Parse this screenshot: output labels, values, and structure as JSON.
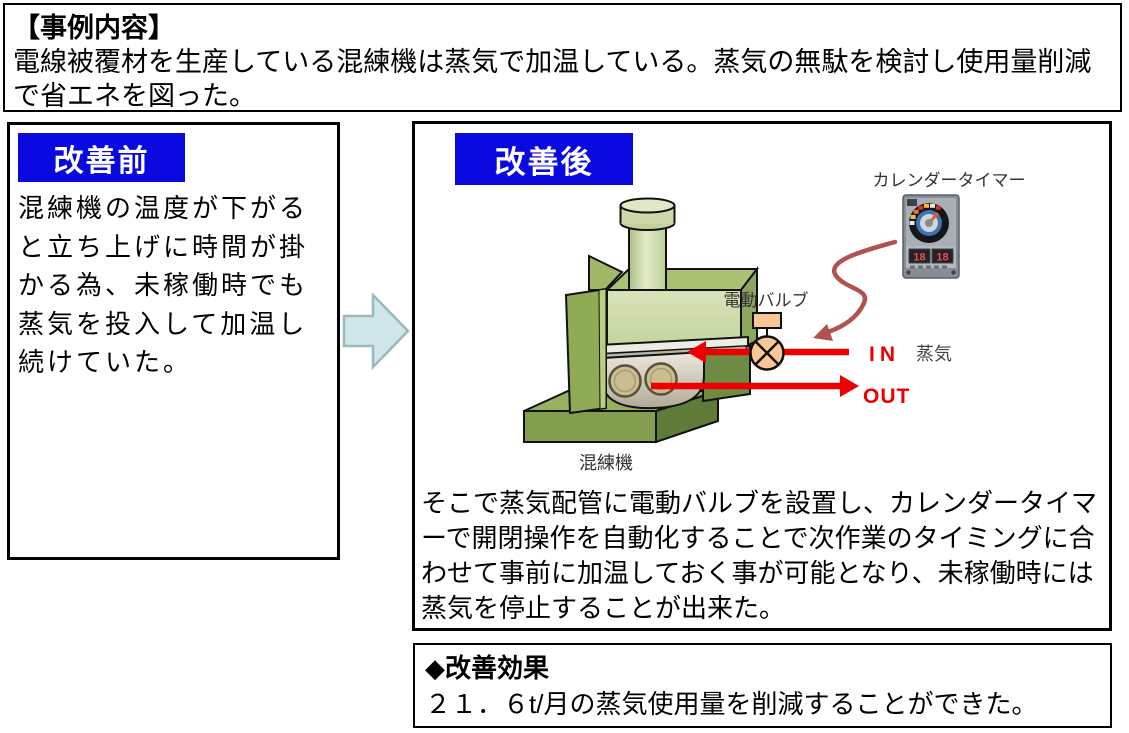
{
  "colors": {
    "header_bg": "#0a0ae0",
    "header_text": "#ffffff",
    "pipe_red": "#ee0000",
    "curve_arrow_red": "#b2524e",
    "transition_arrow_fill": "#cfe5e9",
    "machine_green": "#8fab55",
    "valve_fill": "#f8c795"
  },
  "top_box": {
    "title": "【事例内容】",
    "body": "電線被覆材を生産している混練機は蒸気で加温している。蒸気の無駄を検討し使用量削減で省エネを図った。"
  },
  "before_box": {
    "header": "改善前",
    "body": "混練機の温度が下がると立ち上げに時間が掛かる為、未稼働時でも蒸気を投入して加温し続けていた。"
  },
  "after_box": {
    "header": "改善後",
    "paragraph": "そこで蒸気配管に電動バルブを設置し、カレンダータイマーで開閉操作を自動化することで次作業のタイミングに合わせて事前に加温しておく事が可能となり、未稼働時には蒸気を停止することが出来た。"
  },
  "diagram": {
    "timer_label": "カレンダータイマー",
    "valve_label": "電動バルブ",
    "steam_label": "蒸気",
    "in_label": "IN",
    "out_label": "OUT",
    "machine_label": "混練機",
    "timer_display_left": "18",
    "timer_display_right": "18"
  },
  "effect_box": {
    "title": "◆改善効果",
    "body": "２１．６t/月の蒸気使用量を削減することができた。"
  }
}
